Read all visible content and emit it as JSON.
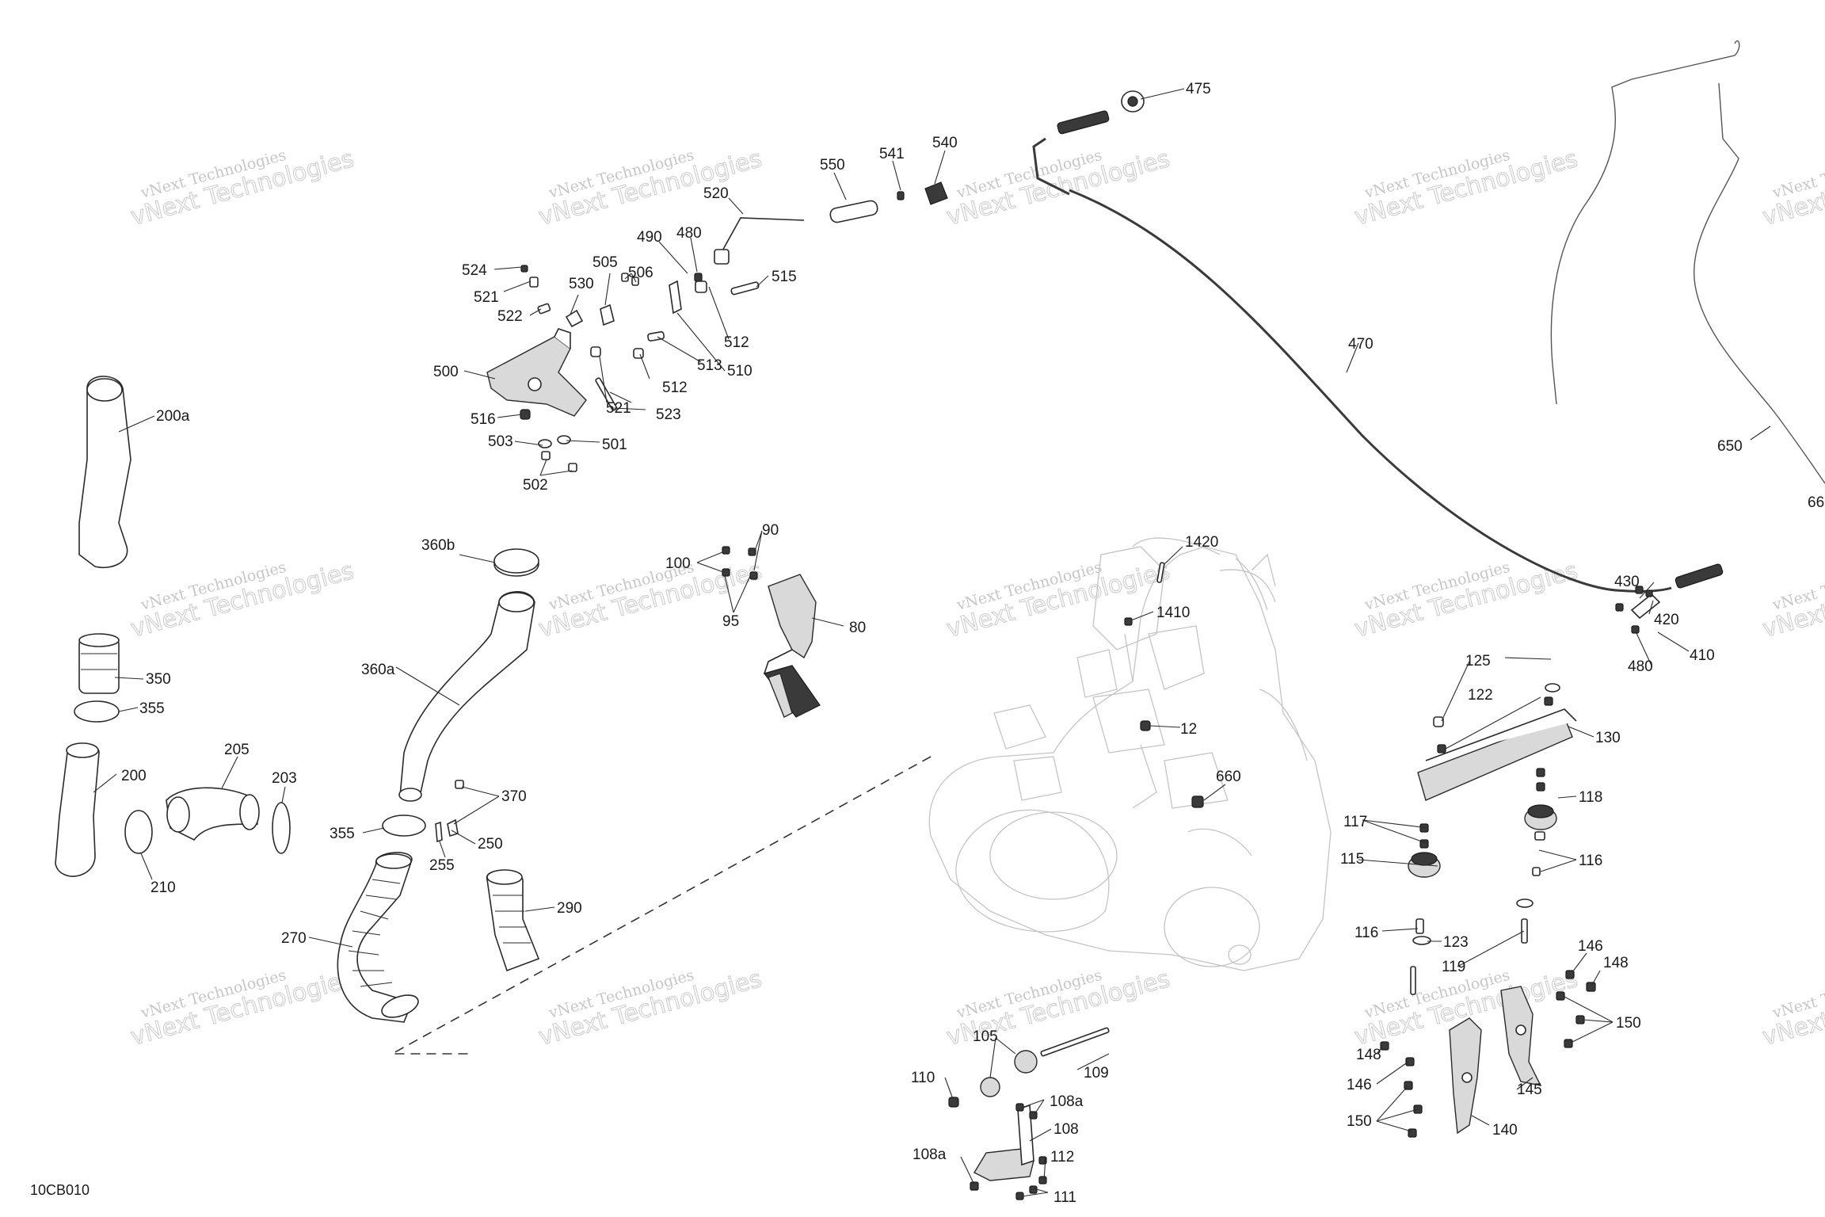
{
  "diagram": {
    "code": "10CB010",
    "watermark_line1": "vNext Technologies",
    "watermark_line2": "vNext Technologies",
    "callouts": [
      "475",
      "540",
      "541",
      "550",
      "520",
      "470",
      "490",
      "480",
      "515",
      "524",
      "505",
      "506",
      "521",
      "530",
      "522",
      "512",
      "500",
      "513",
      "510",
      "512",
      "521",
      "523",
      "516",
      "503",
      "501",
      "502",
      "200a",
      "650",
      "66",
      "360b",
      "90",
      "100",
      "95",
      "80",
      "1420",
      "1410",
      "430",
      "420",
      "410",
      "480",
      "125",
      "122",
      "130",
      "350",
      "355",
      "360a",
      "12",
      "660",
      "200",
      "205",
      "203",
      "370",
      "118",
      "117",
      "115",
      "116",
      "355",
      "250",
      "210",
      "255",
      "116",
      "123",
      "119",
      "290",
      "270",
      "146",
      "148",
      "150",
      "105",
      "109",
      "148",
      "146",
      "110",
      "108a",
      "108",
      "150",
      "145",
      "140",
      "108a",
      "112",
      "111"
    ]
  }
}
